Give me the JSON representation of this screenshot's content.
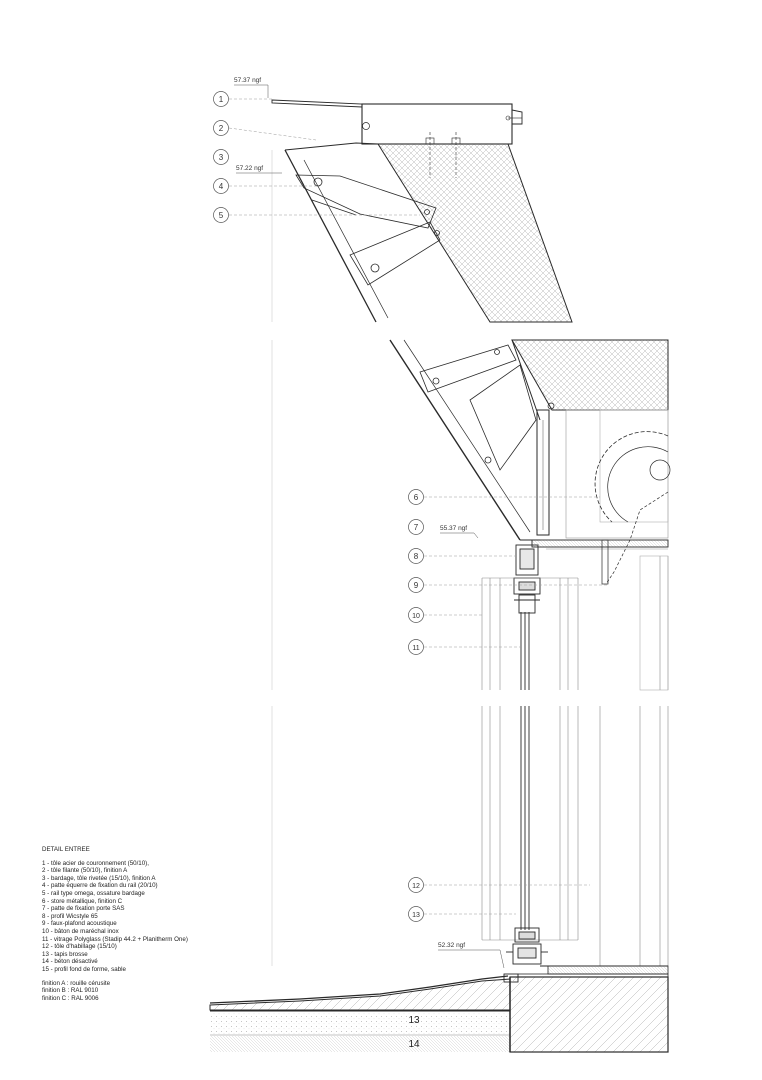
{
  "title": "DETAIL ENTREE",
  "legend_items": [
    "1 - tôle acier de couronnement (50/10),",
    "2 - tôle filante (50/10), finition A",
    "3 - bardage, tôle rivetée (15/10), finition A",
    "4 - patte équerre de fixation du rail (20/10)",
    "5 - rail type omega, ossature bardage",
    "6 - store métallique, finition C",
    "7 - patte de fixation porte SAS",
    "8 - profil Wicstyle 65",
    "9 - faux-plafond acoustique",
    "10 - bâton de maréchal inox",
    "11 - vitrage Polyglass (Stadip 44.2 + Planitherm One)",
    "12 - tôle d'habillage (15/10)",
    "13 - tapis brosse",
    "14 - béton désactivé",
    "15 - profil fond de forme, sable"
  ],
  "finishes": [
    "finition A : rouille cérusite",
    "finition B : RAL 9010",
    "finition C : RAL 9006"
  ],
  "levels": [
    "57.37 ngf",
    "57.22 ngf",
    "55.37 ngf",
    "52.32 ngf"
  ],
  "callouts": [
    "1",
    "2",
    "3",
    "4",
    "5",
    "6",
    "7",
    "8",
    "9",
    "10",
    "11",
    "12",
    "13",
    "13",
    "14"
  ],
  "colors": {
    "line": "#2a2a2a",
    "leader": "#9a9a9a",
    "hatch": "#b5b5b5",
    "background": "#ffffff"
  }
}
